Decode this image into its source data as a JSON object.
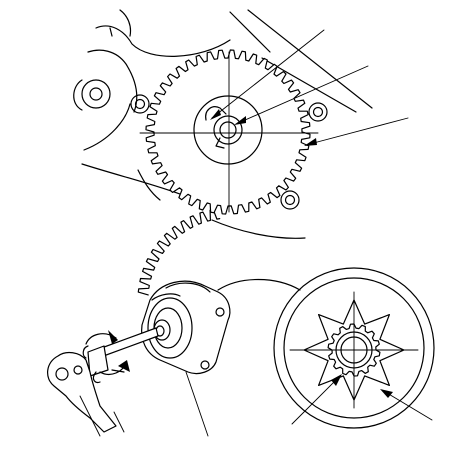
{
  "figure": {
    "panels": [
      "engine-cam-sprocket-view",
      "pump-rotation-with-wrench-view",
      "rotor-detail-view"
    ],
    "callout_count": 7
  }
}
